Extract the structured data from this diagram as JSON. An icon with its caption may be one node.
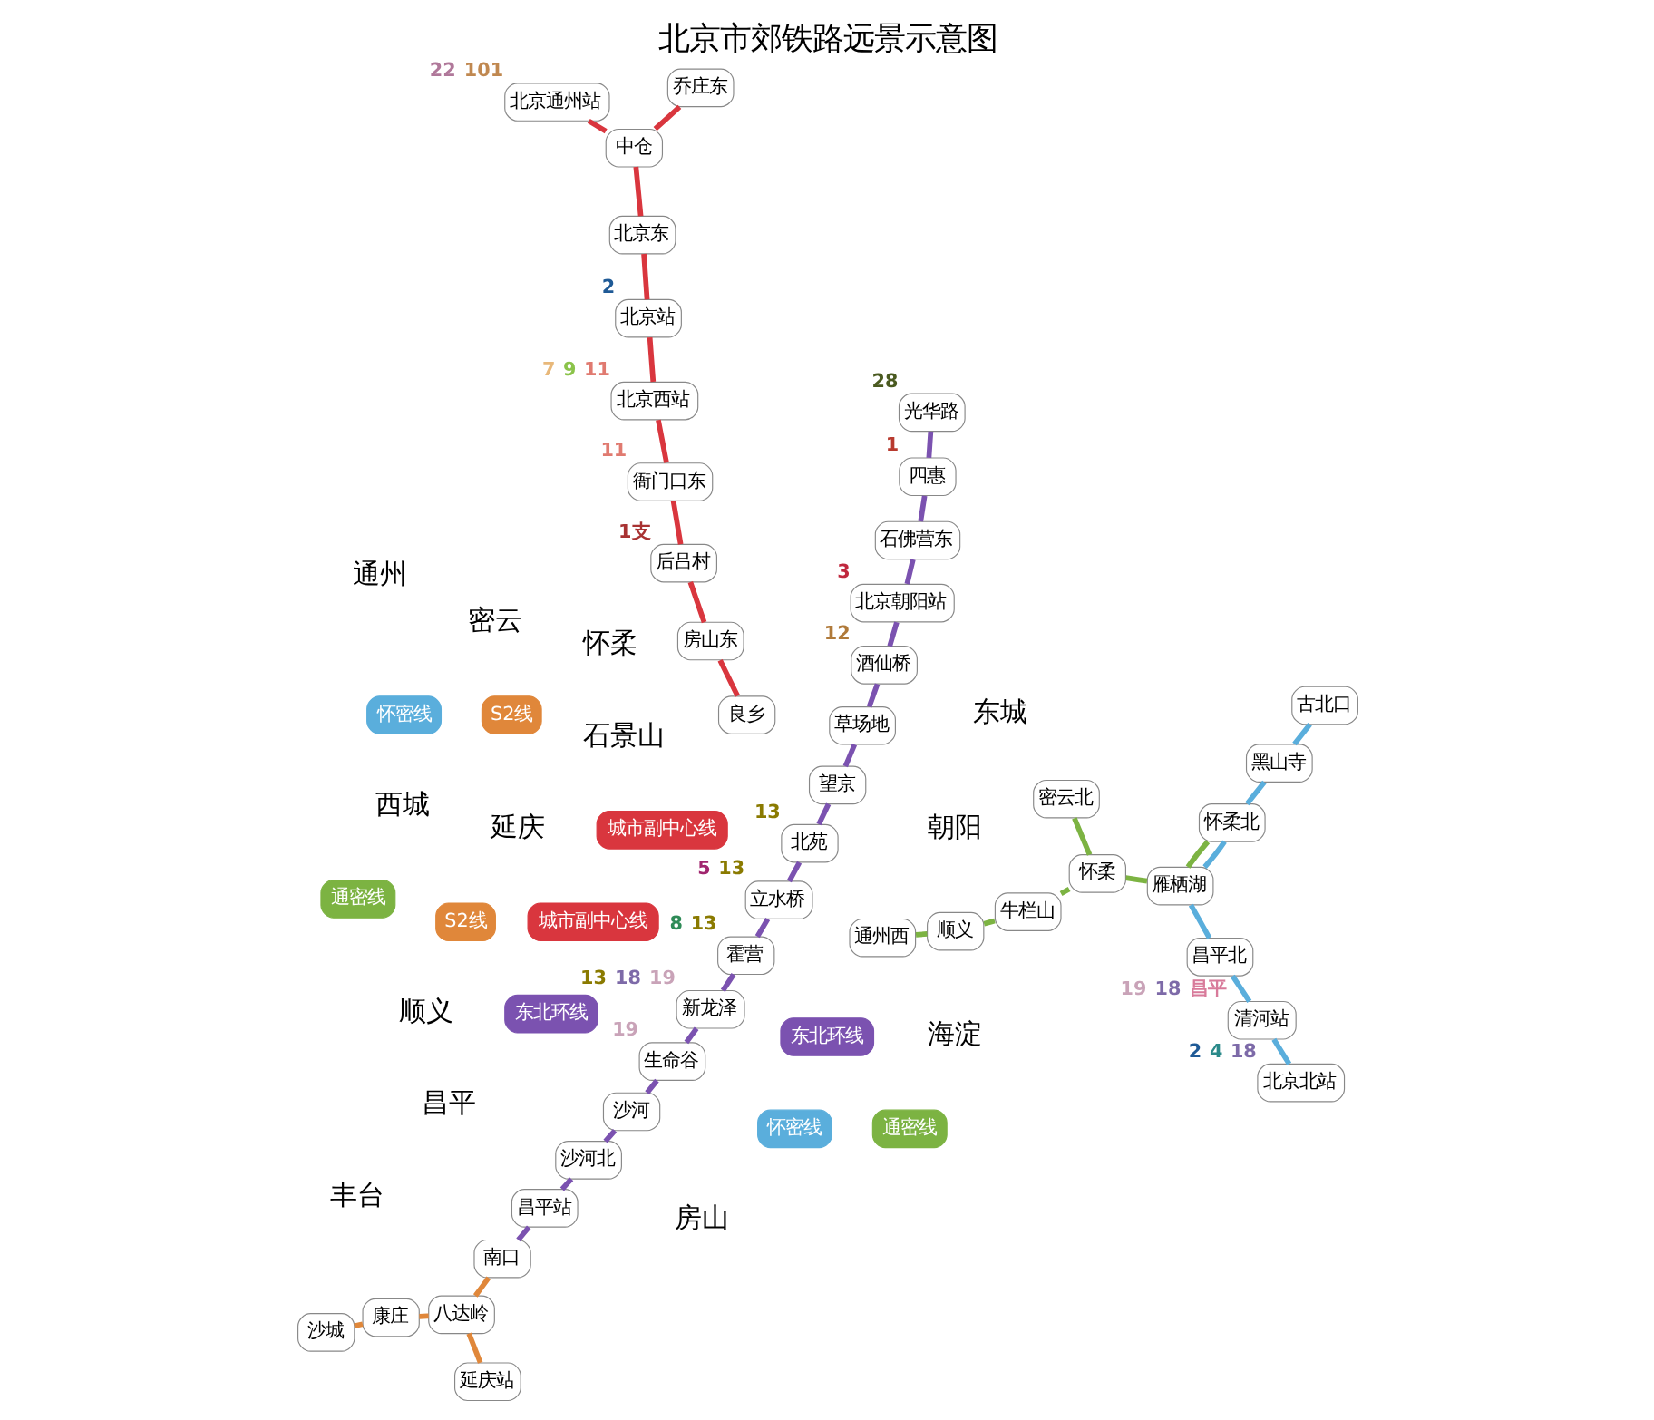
{
  "diagram": {
    "title": "北京市郊铁路远景示意图",
    "nodes": [
      {
        "text": [
          "延庆站"
        ]
      },
      {
        "text": [
          "八达岭"
        ]
      },
      {
        "text": [
          "南口"
        ]
      },
      {
        "text": [
          "沙城"
        ]
      },
      {
        "text": [
          "康庄"
        ]
      },
      {
        "text": [
          "昌平北"
        ]
      },
      {
        "text": [
          "雁栖湖"
        ]
      },
      {
        "text": [
          "怀柔北"
        ]
      },
      {
        "text": [
          "黑山寺"
        ]
      },
      {
        "text": [
          "古北口"
        ]
      },
      {
        "text": [
          "密云北"
        ]
      },
      {
        "text": [
          "昌平站"
        ]
      },
      {
        "text": [
          "沙河北"
        ]
      },
      {
        "text": [
          "怀柔"
        ]
      },
      {
        "text": [
          "沙河"
        ]
      },
      {
        "text": [
          "牛栏山"
        ]
      },
      {
        "text": [
          "生命谷"
        ],
        "beside": [
          "19"
        ]
      },
      {
        "text": [
          "新龙泽"
        ],
        "beside": [
          "13",
          "18",
          "19"
        ]
      },
      {
        "text": [
          "霍营"
        ],
        "beside": [
          "8",
          "13"
        ]
      },
      {
        "text": [
          "立水桥"
        ],
        "beside": [
          "5",
          "13"
        ]
      },
      {
        "text": [
          "北苑"
        ],
        "beside": [
          "13"
        ]
      },
      {
        "text": [
          "望京"
        ]
      },
      {
        "text": [
          "顺义"
        ]
      },
      {
        "text": [
          "草场地"
        ]
      },
      {
        "text": [
          "清河站"
        ],
        "beside": [
          "19",
          "18",
          "昌平"
        ]
      },
      {
        "text": [
          "酒仙桥"
        ],
        "beside": [
          "12"
        ]
      },
      {
        "text": [
          "北京北站"
        ],
        "beside": [
          "2",
          "4",
          "18"
        ]
      },
      {
        "text": [
          "北京朝阳站"
        ],
        "beside": [
          "3"
        ]
      },
      {
        "text": [
          "石佛营东"
        ]
      },
      {
        "text": [
          "光华路"
        ],
        "beside": [
          "28"
        ]
      },
      {
        "text": [
          "四惠"
        ],
        "beside": [
          "1"
        ]
      },
      {
        "text": [
          "通州西"
        ]
      },
      {
        "text": [
          "北京通州站"
        ],
        "beside": [
          "22",
          "101"
        ]
      },
      {
        "text": [
          "衙门口东"
        ],
        "beside": [
          "11"
        ]
      },
      {
        "text": [
          "北京西站"
        ],
        "beside": [
          "7",
          "9",
          "11"
        ]
      },
      {
        "text": [
          "北京站"
        ],
        "beside": [
          "2"
        ]
      },
      {
        "text": [
          "北京东"
        ]
      },
      {
        "text": [
          "中仓"
        ]
      },
      {
        "text": [
          "后吕村"
        ],
        "beside": [
          "1支"
        ]
      },
      {
        "text": [
          "乔庄东"
        ]
      },
      {
        "text": [
          "房山东"
        ]
      },
      {
        "text": [
          "良乡"
        ]
      }
    ],
    "edges": [
      {
        "from": 3,
        "to": 4,
        "arrow": "none",
        "color": "#e0873a"
      },
      {
        "from": 4,
        "to": 1,
        "arrow": "none",
        "color": "#e0873a"
      },
      {
        "from": 0,
        "to": 1,
        "arrow": "none",
        "color": "#e0873a"
      },
      {
        "from": 1,
        "to": 2,
        "arrow": "none",
        "color": "#e0873a"
      },
      {
        "from": 2,
        "to": 11,
        "arrow": "none"
      },
      {
        "from": 11,
        "to": 12,
        "arrow": "none"
      },
      {
        "from": 12,
        "to": 14,
        "arrow": "none"
      },
      {
        "from": 14,
        "to": 16,
        "arrow": "none"
      },
      {
        "from": 16,
        "to": 17,
        "arrow": "none"
      },
      {
        "from": 17,
        "to": 18,
        "arrow": "none"
      },
      {
        "from": 18,
        "to": 19,
        "arrow": "none"
      },
      {
        "from": 19,
        "to": 20,
        "arrow": "none"
      },
      {
        "from": 20,
        "to": 21,
        "arrow": "none"
      },
      {
        "from": 21,
        "to": 23,
        "arrow": "none"
      },
      {
        "from": 23,
        "to": 25,
        "arrow": "none"
      },
      {
        "from": 25,
        "to": 27,
        "arrow": "none"
      },
      {
        "from": 27,
        "to": 28,
        "arrow": "none"
      },
      {
        "from": 28,
        "to": 30,
        "arrow": "none"
      },
      {
        "from": 30,
        "to": 29,
        "arrow": "none"
      },
      {
        "from": 9,
        "to": 8,
        "arrow": "none",
        "color": "#5aaedc"
      },
      {
        "from": 8,
        "to": 7,
        "arrow": "none",
        "color": "#5aaedc"
      },
      {
        "from": 7,
        "to": 6,
        "arrow": "none",
        "color": "#5aaedc"
      },
      {
        "from": 6,
        "to": 5,
        "arrow": "none",
        "color": "#5aaedc"
      },
      {
        "from": 5,
        "to": 24,
        "arrow": "none",
        "color": "#5aaedc"
      },
      {
        "from": 24,
        "to": 26,
        "arrow": "none",
        "color": "#5aaedc"
      },
      {
        "from": 7,
        "to": 6,
        "arrow": "none",
        "color": "#7cb342"
      },
      {
        "from": 6,
        "to": 13,
        "arrow": "none",
        "color": "#7cb342"
      },
      {
        "from": 10,
        "to": 13,
        "arrow": "none",
        "color": "#7cb342"
      },
      {
        "from": 13,
        "to": 15,
        "arrow": "none",
        "color": "#7cb342"
      },
      {
        "from": 15,
        "to": 22,
        "arrow": "none",
        "color": "#7cb342"
      },
      {
        "from": 22,
        "to": 31,
        "arrow": "none",
        "color": "#7cb342"
      },
      {
        "from": 41,
        "to": 40,
        "arrow": "none",
        "color": "#d9363e"
      },
      {
        "from": 40,
        "to": 38,
        "arrow": "none",
        "color": "#d9363e"
      },
      {
        "from": 38,
        "to": 33,
        "arrow": "none",
        "color": "#d9363e"
      },
      {
        "from": 33,
        "to": 34,
        "arrow": "none",
        "color": "#d9363e"
      },
      {
        "from": 34,
        "to": 35,
        "arrow": "none",
        "color": "#d9363e"
      },
      {
        "from": 35,
        "to": 36,
        "arrow": "none",
        "color": "#d9363e"
      },
      {
        "from": 36,
        "to": 37,
        "arrow": "none",
        "color": "#d9363e"
      },
      {
        "from": 37,
        "to": 32,
        "arrow": "none",
        "color": "#d9363e"
      },
      {
        "from": 37,
        "to": 39,
        "arrow": "none",
        "color": "#d9363e"
      }
    ],
    "labels": [
      "延庆",
      "S2线",
      "怀柔",
      "S2线",
      "东北环线",
      "昌平",
      "怀密线",
      "通密线",
      "密云",
      "顺义",
      "海淀",
      "朝阳",
      "怀密线",
      "西城",
      "东北环线",
      "通州",
      "石景山",
      "东城",
      "通密线",
      "城市副中心线",
      "丰台",
      "房山",
      "城市副中心线"
    ]
  }
}
